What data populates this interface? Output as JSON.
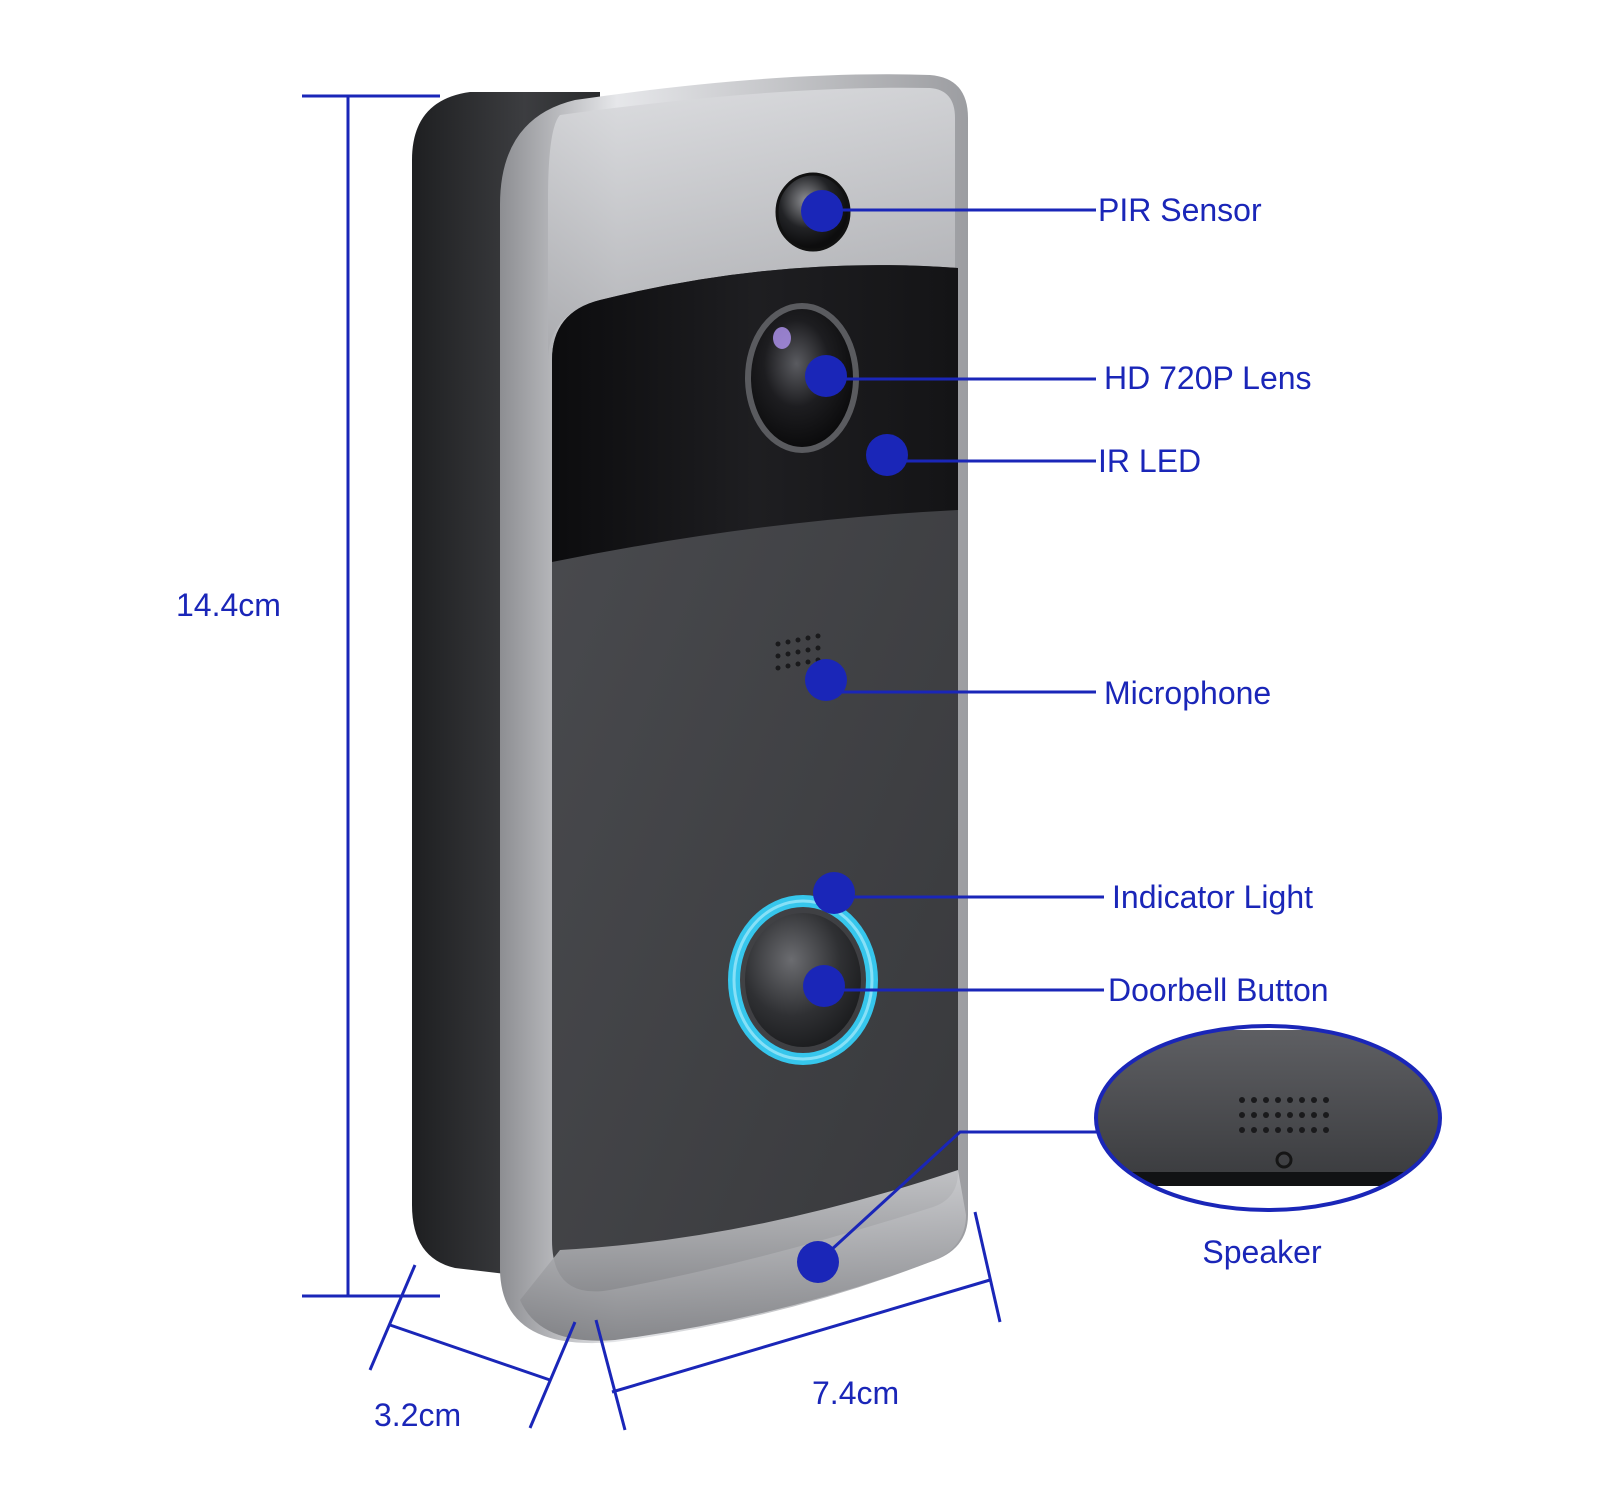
{
  "colors": {
    "annotation": "#1a26b8",
    "background": "#ffffff",
    "body_dark": "#3a3b3e",
    "face_panel": "#434447",
    "frame_silver": "#b9babd",
    "indicator_ring": "#36c6ec"
  },
  "callouts": [
    {
      "id": "pir-sensor",
      "label": "PIR Sensor"
    },
    {
      "id": "lens",
      "label": "HD 720P Lens"
    },
    {
      "id": "ir-led",
      "label": "IR LED"
    },
    {
      "id": "microphone",
      "label": "Microphone"
    },
    {
      "id": "indicator-light",
      "label": "Indicator Light"
    },
    {
      "id": "doorbell-button",
      "label": "Doorbell Button"
    },
    {
      "id": "speaker",
      "label": "Speaker"
    }
  ],
  "dimensions": {
    "height": "14.4cm",
    "depth": "3.2cm",
    "width": "7.4cm"
  }
}
